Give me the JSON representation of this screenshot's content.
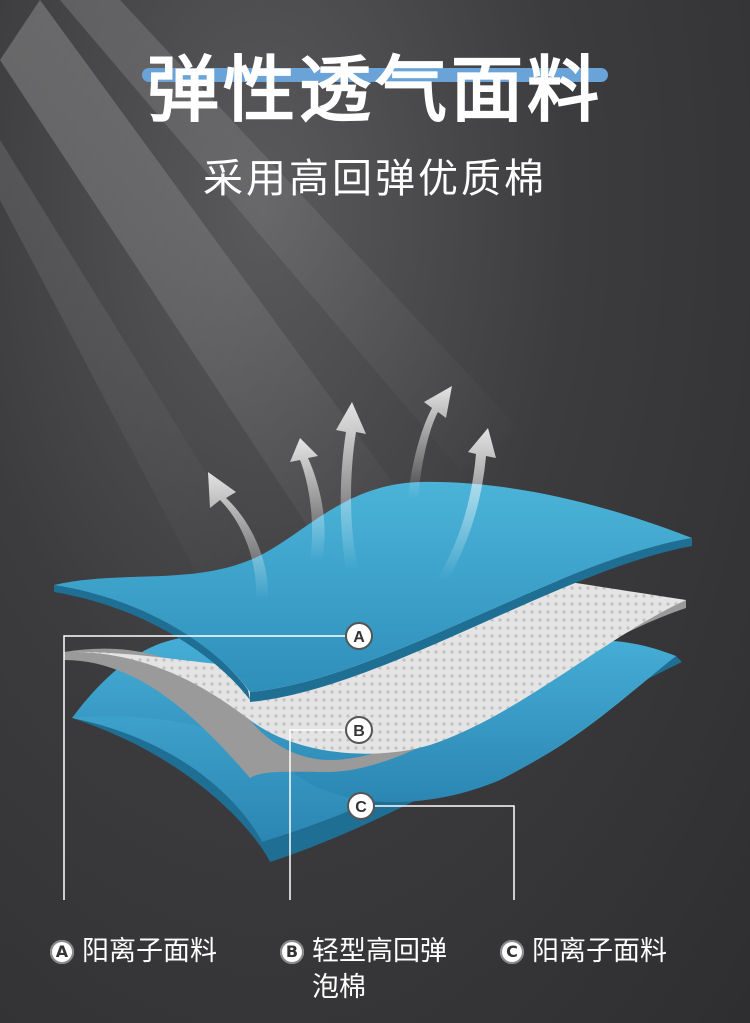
{
  "header": {
    "title": "弹性透气面料",
    "subtitle": "采用高回弹优质棉"
  },
  "colors": {
    "accent": "#6aa3d8",
    "fabric_blue": "#3aa0c8",
    "foam_gray": "#d8d8d8",
    "background": "#3c3c3e"
  },
  "layers": [
    {
      "badge": "A",
      "label": "阳离子面料"
    },
    {
      "badge": "B",
      "label": "轻型高回弹泡棉"
    },
    {
      "badge": "C",
      "label": "阳离子面料"
    }
  ],
  "legend": {
    "a_badge": "A",
    "a_label": "阳离子面料",
    "b_badge": "B",
    "b_label": "轻型高回弹泡棉",
    "c_badge": "C",
    "c_label": "阳离子面料"
  },
  "icons": [
    "airflow-arrow-icon",
    "layer-badge-icon"
  ]
}
